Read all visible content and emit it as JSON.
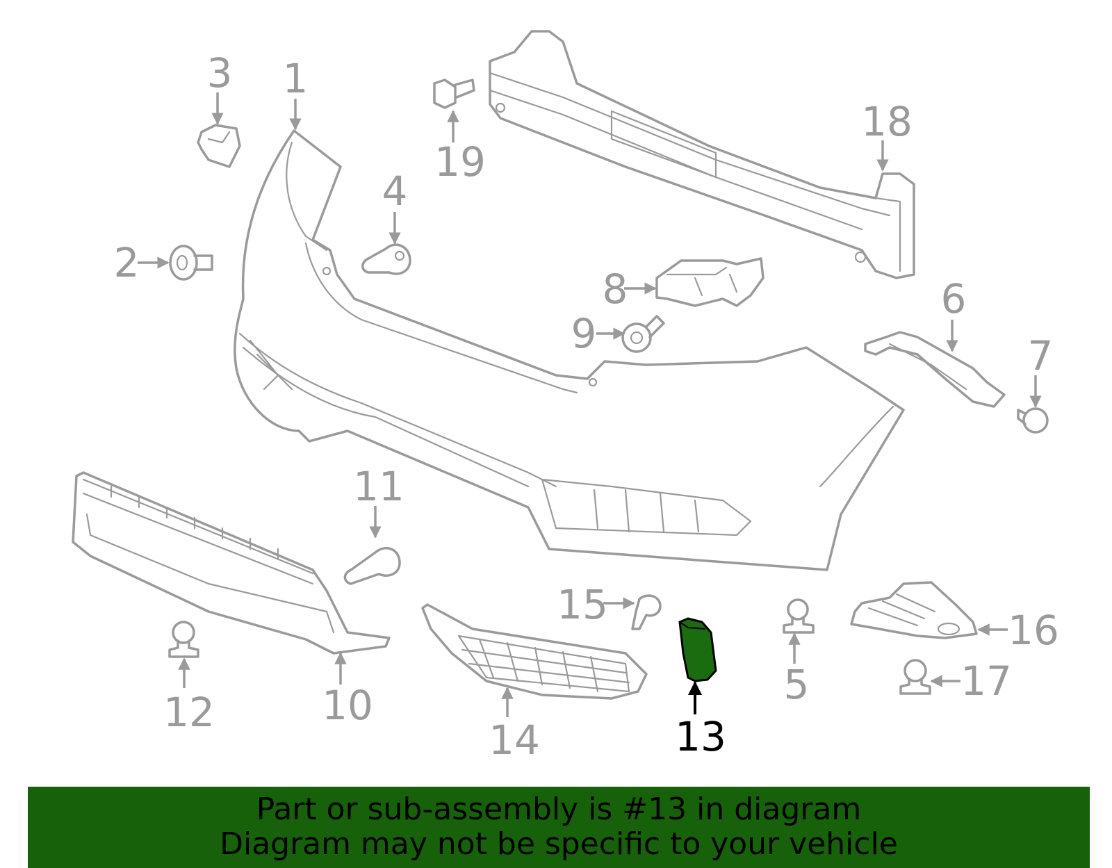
{
  "diagram": {
    "callouts": [
      "1",
      "2",
      "3",
      "4",
      "5",
      "6",
      "7",
      "8",
      "9",
      "10",
      "11",
      "12",
      "13",
      "14",
      "15",
      "16",
      "17",
      "18",
      "19"
    ],
    "highlighted_callout": "13",
    "highlight_color": "#1b6b10",
    "part_stroke_color": "#9a9a9a",
    "label_color": "#9a9a9a"
  },
  "banner": {
    "line1": "Part or sub-assembly is #13 in diagram",
    "line2": "Diagram may not be specific to your vehicle",
    "background_color": "#166109"
  }
}
